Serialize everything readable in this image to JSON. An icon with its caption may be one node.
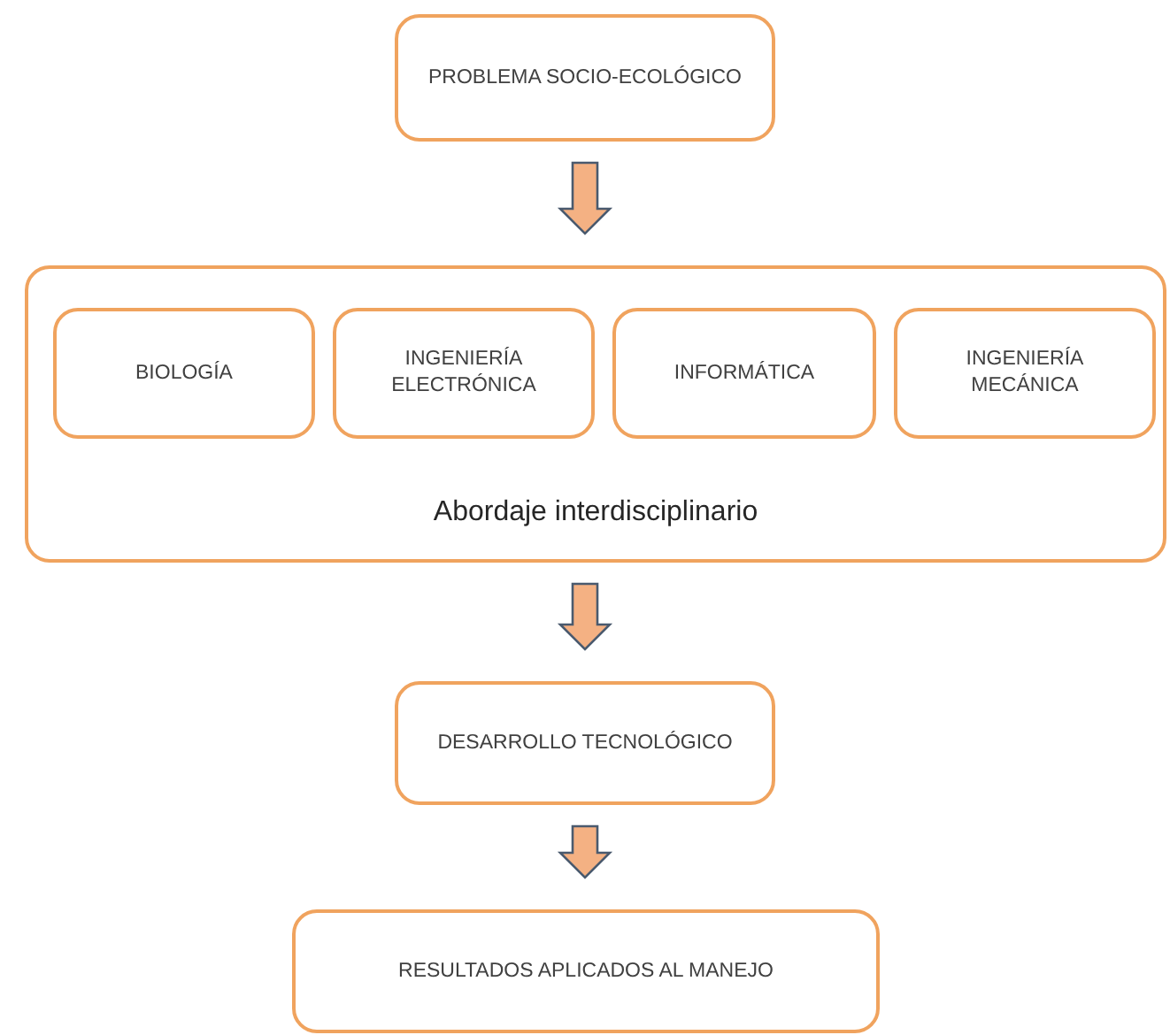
{
  "diagram": {
    "nodes": [
      {
        "text": [
          "PROBLEMA SOCIO-ECOLÓGICO"
        ]
      },
      {
        "text": [
          "Abordaje interdisciplinario"
        ]
      },
      {
        "text": [
          "BIOLOGÍA"
        ],
        "in": 1
      },
      {
        "text": [
          "INGENIERÍA ELECTRÓNICA"
        ],
        "in": 1
      },
      {
        "text": [
          "INFORMÁTICA"
        ],
        "in": 1
      },
      {
        "text": [
          "INGENIERÍA MECÁNICA"
        ],
        "in": 1
      },
      {
        "text": [
          "DESARROLLO TECNOLÓGICO"
        ]
      },
      {
        "text": [
          "RESULTADOS APLICADOS AL MANEJO"
        ]
      }
    ],
    "edges": [
      {
        "from": 0,
        "to": 1,
        "arrow": "to"
      },
      {
        "from": 1,
        "to": 6,
        "arrow": "to"
      },
      {
        "from": 6,
        "to": 7,
        "arrow": "to"
      }
    ]
  }
}
